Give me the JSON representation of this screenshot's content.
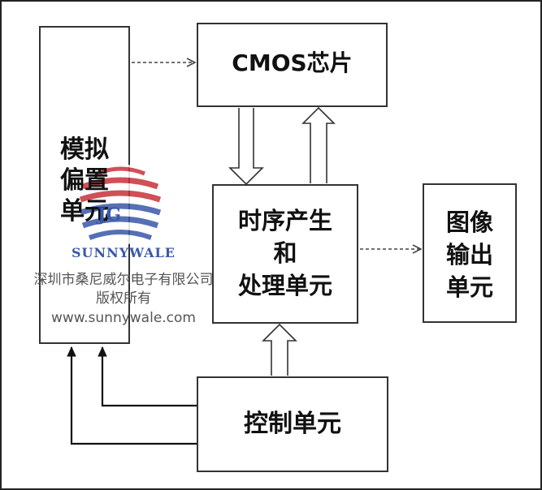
{
  "diagram": {
    "boxes": {
      "analog_bias": "模拟\n偏置\n单元",
      "cmos_chip": "CMOS芯片",
      "timing": "时序产生\n和\n处理单元",
      "image_output": "图像\n输出\n单元",
      "control": "控制单元"
    }
  },
  "watermark": {
    "brand": "SUNNYWALE",
    "logo_letters": "JG",
    "company": "深圳市桑尼威尔电子有限公司",
    "rights": "版权所有",
    "url": "www.sunnywale.com"
  }
}
